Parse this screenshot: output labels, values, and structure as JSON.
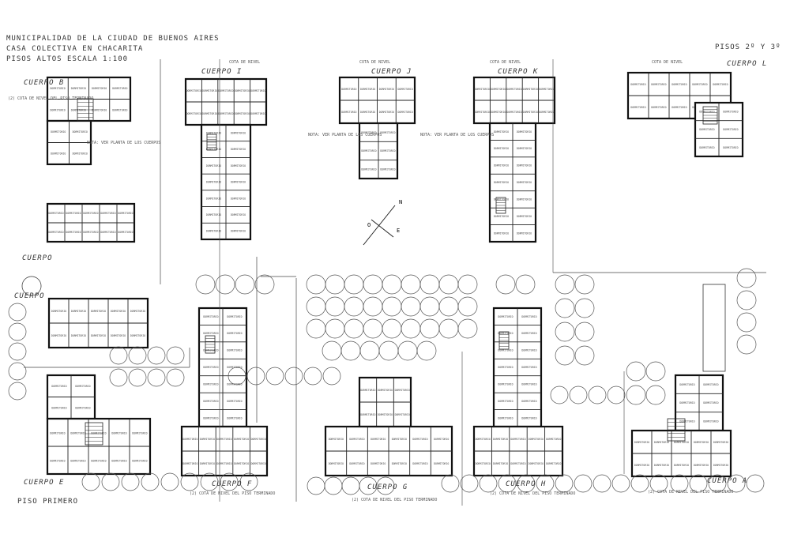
{
  "header": {
    "line1": "MUNICIPALIDAD DE LA CIUDAD DE BUENOS AIRES",
    "line2": "CASA COLECTIVA EN CHACARITA",
    "line3": "PISOS ALTOS   ESCALA 1:100",
    "right": "PISOS 2º Y 3º"
  },
  "labels": {
    "cuerpo_b": "CUERPO B",
    "cuerpo_i": "CUERPO I",
    "cuerpo_j": "CUERPO J",
    "cuerpo_k": "CUERPO K",
    "cuerpo_l": "CUERPO L",
    "cuerpo_c_upper": "CUERPO",
    "cuerpo_d": "CUERPO",
    "cuerpo_e": "CUERPO E",
    "cuerpo_f": "CUERPO F",
    "cuerpo_g": "CUERPO G",
    "cuerpo_h": "CUERPO H",
    "cuerpo_a": "CUERPO A",
    "piso": "PISO PRIMERO"
  },
  "notes": {
    "n1": "(2) COTA DE NIVEL DEL PISO TERMINADO",
    "n2": "NOTA: VER PLANTA DE LOS CUERPOS",
    "n3": "COTA DE NIVEL"
  },
  "compass": {
    "n": "N",
    "o": "O",
    "e": "E"
  },
  "room": "DORMITORIO"
}
